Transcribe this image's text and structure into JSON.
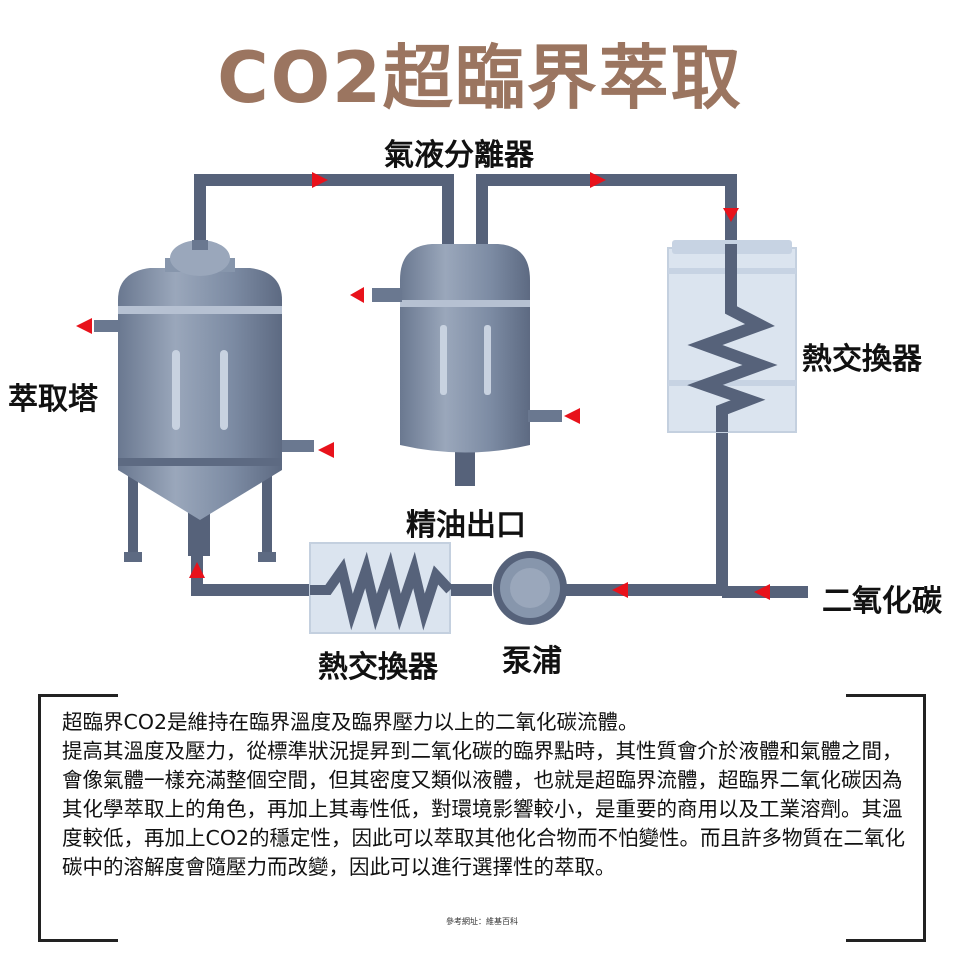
{
  "title": "CO2超臨界萃取",
  "labels": {
    "separator": "氣液分離器",
    "extraction_tower": "萃取塔",
    "heat_exchanger_right": "熱交換器",
    "oil_outlet": "精油出口",
    "co2": "二氧化碳",
    "heat_exchanger_bottom": "熱交換器",
    "pump": "泵浦"
  },
  "description": [
    "超臨界CO2是維持在臨界溫度及臨界壓力以上的二氧化碳流體。",
    "提高其溫度及壓力，從標準狀況提昇到二氧化碳的臨界點時，其性質會介於液體和氣體之間，會像氣體一樣充滿整個空間，但其密度又類似液體，也就是超臨界流體，超臨界二氧化碳因為其化學萃取上的角色，再加上其毒性低，對環境影響較小，是重要的商用以及工業溶劑。其溫度較低，再加上CO2的穩定性，因此可以萃取其他化合物而不怕變性。而且許多物質在二氧化碳中的溶解度會隨壓力而改變，因此可以進行選擇性的萃取。"
  ],
  "reference": "參考網址：維基百科",
  "colors": {
    "title": "#9b7560",
    "pipe": "#56627a",
    "vessel": "#7c8ba3",
    "arrow": "#e8121b",
    "exchanger_box": "#dbe4ef"
  }
}
